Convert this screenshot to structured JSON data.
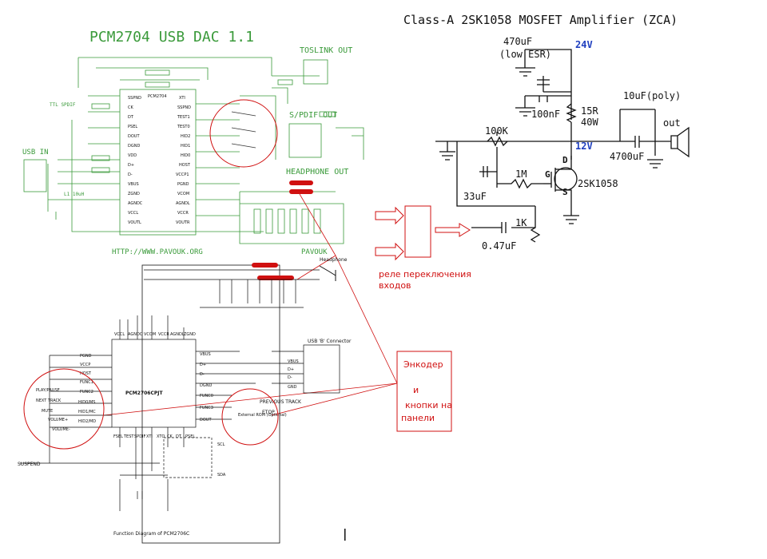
{
  "pcm2704": {
    "title": "PCM2704 USB DAC 1.1",
    "toslink": "TOSLINK OUT",
    "spdif": "S/PDIF OUT",
    "headphone": "HEADPHONE OUT",
    "usb_in": "USB IN",
    "url": "HTTP://WWW.PAVOUK.ORG",
    "brand": "PAVOUK",
    "chip": "PCM2704",
    "pins_left": [
      "SSPND",
      "CK",
      "DT",
      "PSEL",
      "DOUT",
      "DGND",
      "VDD",
      "D+",
      "D-",
      "VBUS",
      "ZGND",
      "AGNDC",
      "VCCL",
      "VOUTL"
    ],
    "pins_right": [
      "XTI",
      "SSPND",
      "TEST1",
      "TEST0",
      "HID2",
      "HID1",
      "HID0",
      "HOST",
      "VCCP1",
      "PGND",
      "VCOM",
      "AGNDL",
      "VCCR",
      "VOUTR"
    ],
    "ttl_label": "TTL SPDIF",
    "inductor": "L1 10uH"
  },
  "amp": {
    "title": "Class-A 2SK1058 MOSFET Amplifier (ZCA)",
    "cap1": "470uF",
    "cap1_note": "(low ESR)",
    "v24": "24V",
    "cap2": "100nF",
    "r1": "15R",
    "r1_w": "40W",
    "cap3": "10uF(poly)",
    "out": "out",
    "pot": "100K",
    "v12": "12V",
    "cap4": "4700uF",
    "d": "D",
    "g": "G",
    "s": "S",
    "r2": "1M",
    "mosfet": "2SK1058",
    "cap5": "33uF",
    "r3": "1K",
    "cap6": "0.47uF"
  },
  "relay_note": {
    "line1": "реле переключения",
    "line2": "входов"
  },
  "encoder_note": {
    "line1": "Энкодер",
    "line2": "и",
    "line3": "кнопки на",
    "line4": "панели"
  },
  "pcm2706": {
    "chip": "PCM2706CPJT",
    "caption": "Function Diagram of PCM2706C",
    "usb_connector": "USB 'B' Connector",
    "usb_pins": [
      "VBUS",
      "D+",
      "D-",
      "GND"
    ],
    "buttons": [
      "PLAY/PAUSE",
      "NEXT TRACK",
      "MUTE",
      "VOLUME+",
      "VOLUME-"
    ],
    "left_pins": [
      "PGND",
      "VCCP",
      "HOST",
      "FUNC1",
      "FUNC2",
      "HID0/MS",
      "HID1/MC",
      "HID2/MD"
    ],
    "right_pins": [
      "VBUS",
      "D+",
      "D-",
      "DGND",
      "FUNC0",
      "FUNC3",
      "DOUT"
    ],
    "bottom_pins": [
      "FSEL",
      "TEST",
      "SPDIF",
      "XTI",
      "XTO",
      "CK",
      "DT",
      "PSEL"
    ],
    "top_pins": [
      "VCCL",
      "AGNDC",
      "VCOM",
      "VCCR",
      "AGNDL",
      "ZGND"
    ],
    "rom": "External ROM (Optional)",
    "etop": "ETOP",
    "prev": "PREVIOUS TRACK",
    "scl": "SCL",
    "sda": "SDA",
    "suspend": "SUSPEND",
    "headphone": "Headphone"
  },
  "colors": {
    "green": "#3a9a3a",
    "red": "#d01010",
    "blue": "#1f3fbf"
  }
}
